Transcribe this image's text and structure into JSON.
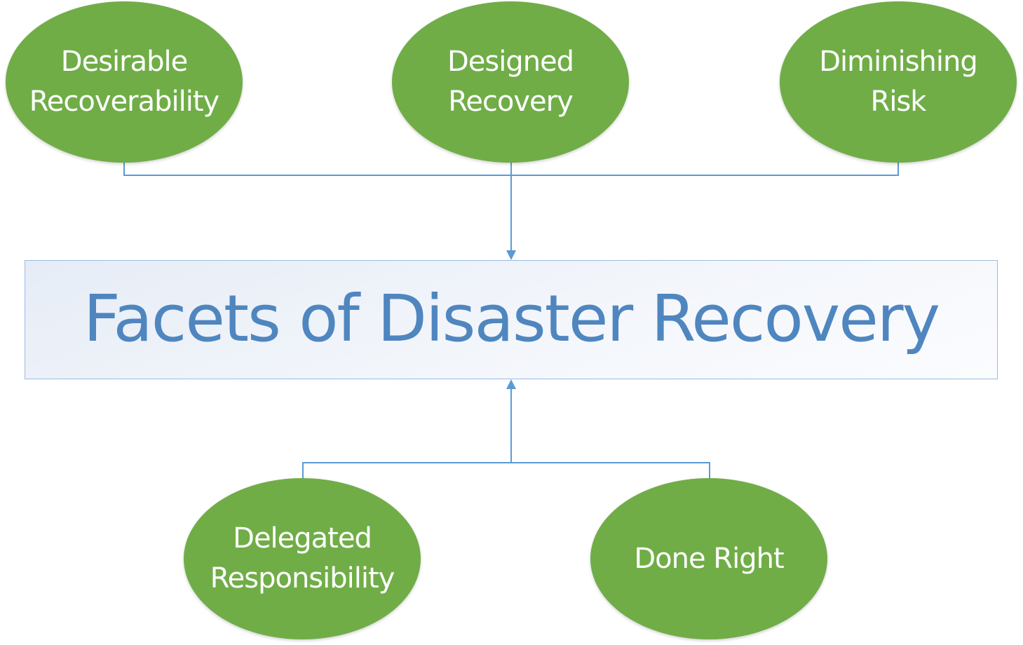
{
  "diagram": {
    "title": "Facets of Disaster Recovery",
    "top_nodes": [
      {
        "lines": [
          "Desirable",
          "Recoverability"
        ]
      },
      {
        "lines": [
          "Designed",
          "Recovery"
        ]
      },
      {
        "lines": [
          "Diminishing",
          "Risk"
        ]
      }
    ],
    "bottom_nodes": [
      {
        "lines": [
          "Delegated",
          "Responsibility"
        ]
      },
      {
        "lines": [
          "Done Right"
        ]
      }
    ],
    "colors": {
      "node_fill": "#70ad47",
      "node_text": "#ffffff",
      "title_text": "#4f86bf",
      "title_border": "#9cbbe0",
      "connector": "#5b9bd5"
    }
  }
}
